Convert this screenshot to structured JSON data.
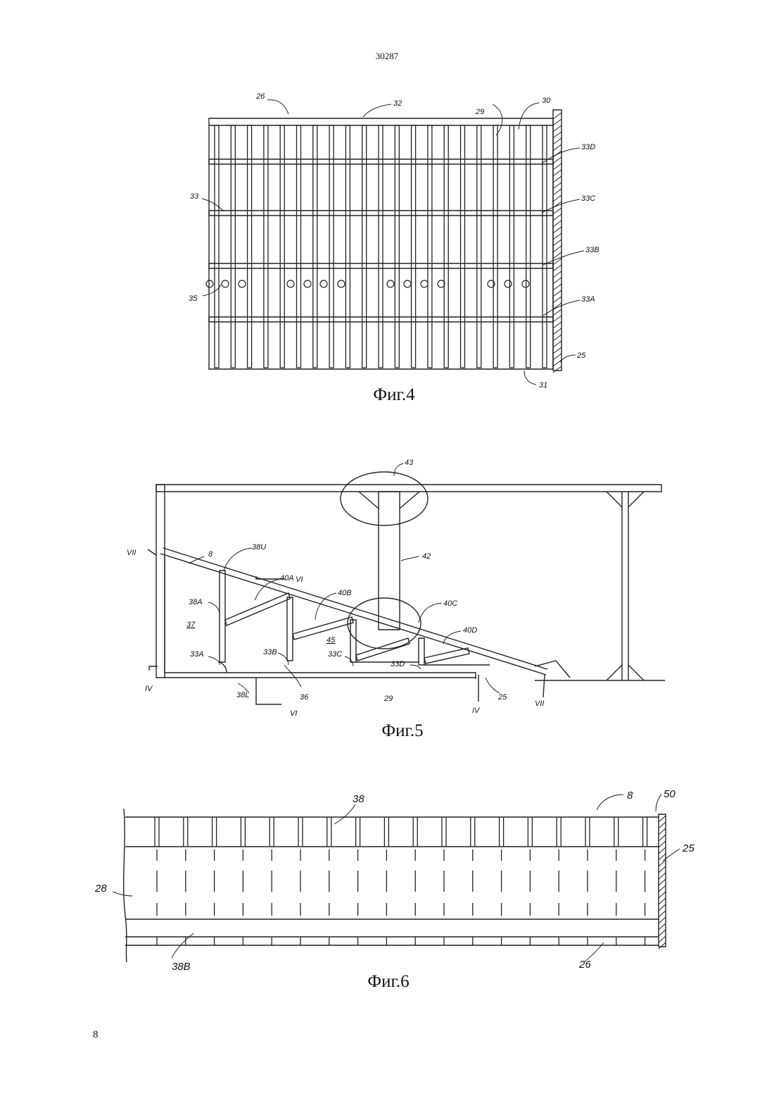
{
  "header": {
    "doc_number": "30287"
  },
  "footer": {
    "page_number": "8"
  },
  "fig4": {
    "caption": "Фиг.4",
    "labels": {
      "l26": "26",
      "l32": "32",
      "l29": "29",
      "l30": "30",
      "l33D": "33D",
      "l33": "33",
      "l33C": "33C",
      "l33B": "33B",
      "l35": "35",
      "l33A": "33A",
      "l25": "25",
      "l31": "31"
    }
  },
  "fig5": {
    "caption": "Фиг.5",
    "labels": {
      "l43": "43",
      "l42": "42",
      "lVII_top": "VII",
      "l8": "8",
      "l38U": "38U",
      "l40A": "40A",
      "lVI_top": "VI",
      "l40B": "40B",
      "l40C": "40C",
      "l38A": "38A",
      "l37": "37",
      "l45": "45",
      "l40D": "40D",
      "l33A": "33A",
      "l33B": "33B",
      "l33C": "33C",
      "l33D": "33D",
      "lIV_left": "IV",
      "l38L": "38L",
      "l36": "36",
      "l29": "29",
      "l25": "25",
      "lIV_right": "IV",
      "lVII_bottom": "VII",
      "lVI_bottom": "VI"
    }
  },
  "fig6": {
    "caption": "Фиг.6",
    "labels": {
      "l38": "38",
      "l8": "8",
      "l50": "50",
      "l25": "25",
      "l28": "28",
      "l38B": "38B",
      "l26": "26"
    }
  }
}
